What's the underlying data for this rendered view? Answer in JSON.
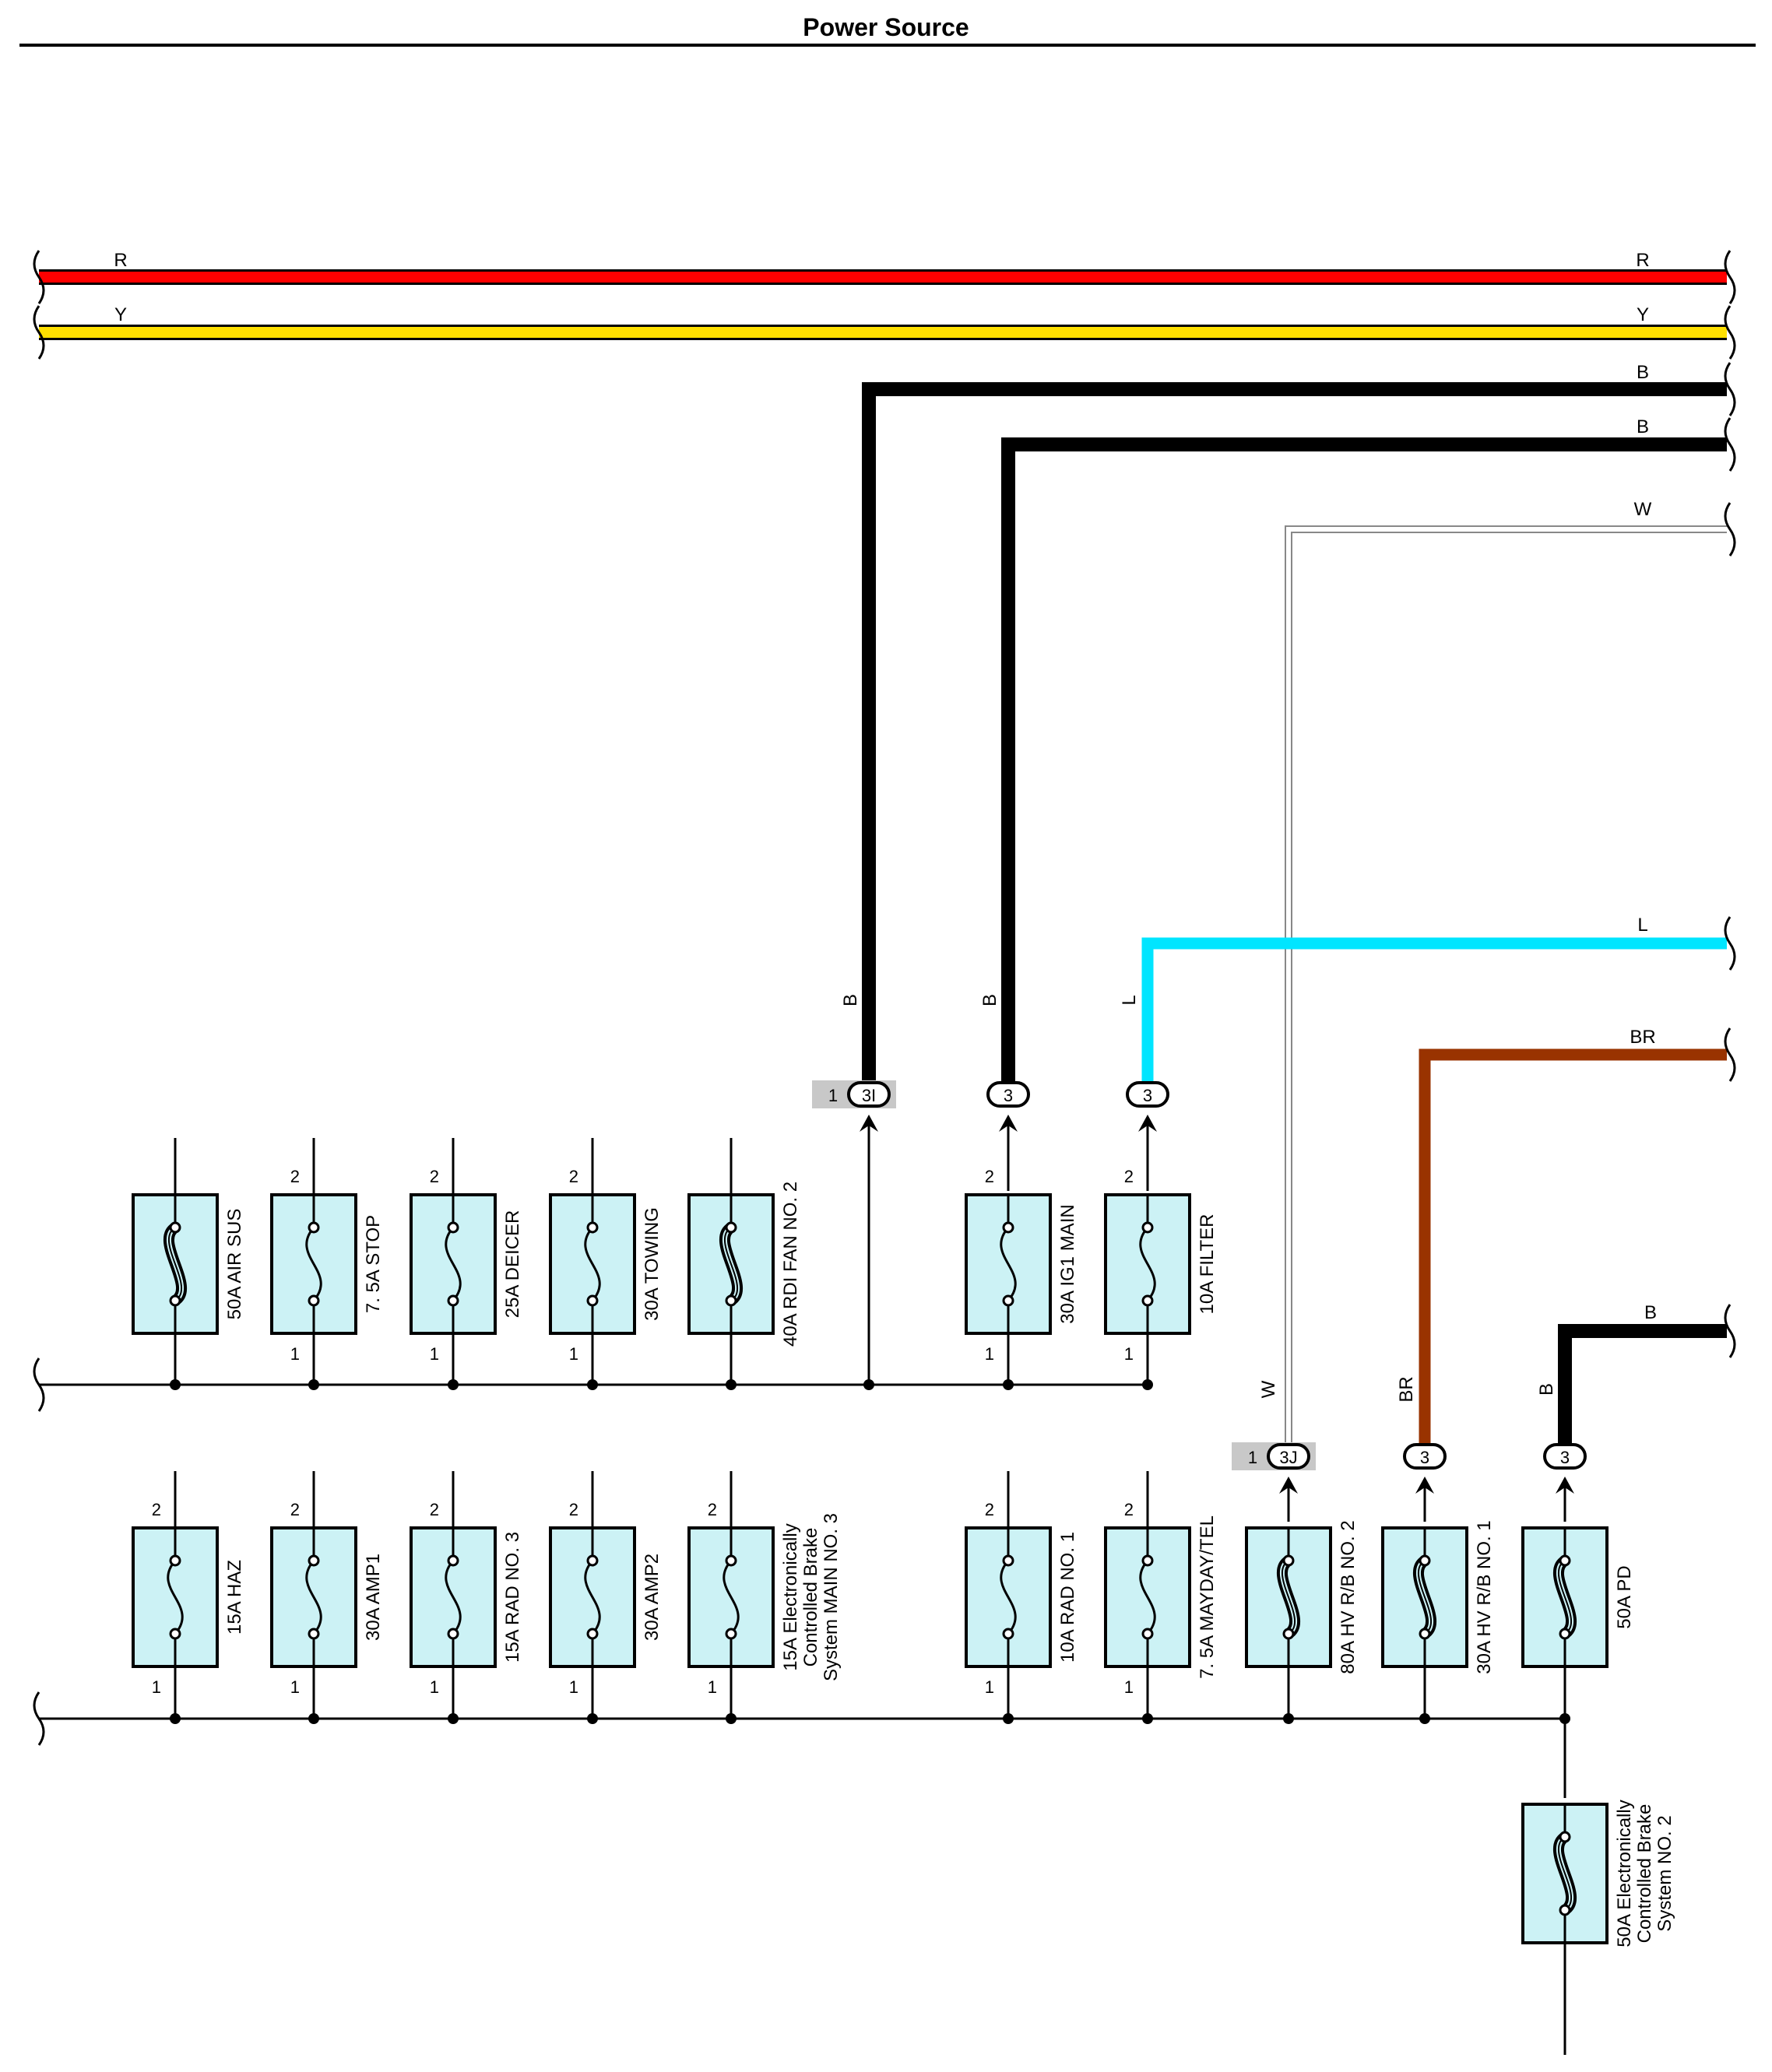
{
  "title": "Power Source",
  "colors": {
    "R": "#ff0000",
    "Y": "#ffe000",
    "B": "#000000",
    "W": "#ffffff",
    "L": "#00e5ff",
    "BR": "#993300",
    "fuse_fill": "#ccf2f5",
    "connector_shade": "#c8c8c8"
  },
  "wires": [
    {
      "id": "r-top",
      "label": "R",
      "color": "R"
    },
    {
      "id": "y-top",
      "label": "Y",
      "color": "Y"
    },
    {
      "id": "b-1",
      "label": "B",
      "color": "B"
    },
    {
      "id": "b-2",
      "label": "B",
      "color": "B"
    },
    {
      "id": "w-1",
      "label": "W",
      "color": "W"
    },
    {
      "id": "l-1",
      "label": "L",
      "color": "L"
    },
    {
      "id": "br-1",
      "label": "BR",
      "color": "BR"
    },
    {
      "id": "b-3",
      "label": "B",
      "color": "B"
    }
  ],
  "connectors": [
    {
      "id": "c-3I",
      "code": "3I",
      "pin": "1",
      "wire": "B"
    },
    {
      "id": "c-ig1",
      "code": "3",
      "pin": "",
      "wire": "B"
    },
    {
      "id": "c-filter",
      "code": "3",
      "pin": "",
      "wire": "L"
    },
    {
      "id": "c-3J",
      "code": "3J",
      "pin": "1",
      "wire": "W"
    },
    {
      "id": "c-hv1",
      "code": "3",
      "pin": "",
      "wire": "BR"
    },
    {
      "id": "c-pd",
      "code": "3",
      "pin": "",
      "wire": "B"
    }
  ],
  "fuses_row1": [
    {
      "label": [
        "50A AIR SUS"
      ],
      "type": "fusible-link",
      "pin_top": "",
      "pin_bottom": ""
    },
    {
      "label": [
        "7. 5A STOP"
      ],
      "type": "fuse",
      "pin_top": "2",
      "pin_bottom": "1"
    },
    {
      "label": [
        "25A DEICER"
      ],
      "type": "fuse",
      "pin_top": "2",
      "pin_bottom": "1"
    },
    {
      "label": [
        "30A TOWING"
      ],
      "type": "fuse",
      "pin_top": "2",
      "pin_bottom": "1"
    },
    {
      "label": [
        "40A RDI FAN NO. 2"
      ],
      "type": "fusible-link",
      "pin_top": "",
      "pin_bottom": ""
    },
    {
      "label": [
        "30A IG1 MAIN"
      ],
      "type": "fuse",
      "pin_top": "2",
      "pin_bottom": "1"
    },
    {
      "label": [
        "10A FILTER"
      ],
      "type": "fuse",
      "pin_top": "2",
      "pin_bottom": "1"
    }
  ],
  "fuses_row2": [
    {
      "label": [
        "15A HAZ"
      ],
      "type": "fuse",
      "pin_top": "2",
      "pin_bottom": "1"
    },
    {
      "label": [
        "30A AMP1"
      ],
      "type": "fuse",
      "pin_top": "2",
      "pin_bottom": "1"
    },
    {
      "label": [
        "15A RAD NO. 3"
      ],
      "type": "fuse",
      "pin_top": "2",
      "pin_bottom": "1"
    },
    {
      "label": [
        "30A AMP2"
      ],
      "type": "fuse",
      "pin_top": "2",
      "pin_bottom": "1"
    },
    {
      "label": [
        "15A Electronically",
        "Controlled Brake",
        "System MAIN NO. 3"
      ],
      "type": "fuse",
      "pin_top": "2",
      "pin_bottom": "1"
    },
    {
      "label": [
        "10A RAD NO. 1"
      ],
      "type": "fuse",
      "pin_top": "2",
      "pin_bottom": "1"
    },
    {
      "label": [
        "7. 5A MAYDAY/TEL"
      ],
      "type": "fuse",
      "pin_top": "2",
      "pin_bottom": "1"
    },
    {
      "label": [
        "80A HV R/B NO. 2"
      ],
      "type": "fusible-link",
      "pin_top": "",
      "pin_bottom": ""
    },
    {
      "label": [
        "30A HV R/B NO. 1"
      ],
      "type": "fusible-link",
      "pin_top": "",
      "pin_bottom": ""
    },
    {
      "label": [
        "50A PD"
      ],
      "type": "fusible-link",
      "pin_top": "",
      "pin_bottom": ""
    }
  ],
  "fuse_bottom": {
    "label": [
      "50A Electronically",
      "Controlled Brake",
      "System NO. 2"
    ],
    "type": "fusible-link"
  }
}
